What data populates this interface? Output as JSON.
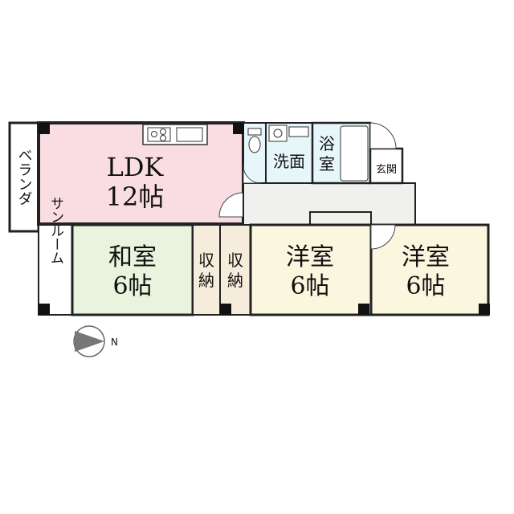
{
  "rooms": {
    "ldk": {
      "name": "LDK",
      "size": "12帖",
      "color": "#f9dde2"
    },
    "washroom": {
      "label": "洗面",
      "color": "#e6f6fb"
    },
    "bathroom": {
      "label_top": "浴",
      "label_bottom": "室",
      "color": "#e6f6fb"
    },
    "entrance": {
      "label": "玄関"
    },
    "veranda": {
      "label": "ベランダ"
    },
    "sunroom": {
      "label": "サンルーム"
    },
    "washitsu": {
      "name": "和室",
      "size": "6帖",
      "color": "#e8f4dd"
    },
    "closet1": {
      "label_top": "収",
      "label_bottom": "納",
      "color": "#f6ecdc"
    },
    "closet2": {
      "label_top": "収",
      "label_bottom": "納",
      "color": "#f6ecdc"
    },
    "youshitsu1": {
      "name": "洋室",
      "size": "6帖",
      "color": "#fbf7df"
    },
    "youshitsu2": {
      "name": "洋室",
      "size": "6帖",
      "color": "#fbf7df"
    },
    "hall": {
      "color": "#f0f1ee"
    }
  },
  "compass": {
    "label": "N"
  }
}
